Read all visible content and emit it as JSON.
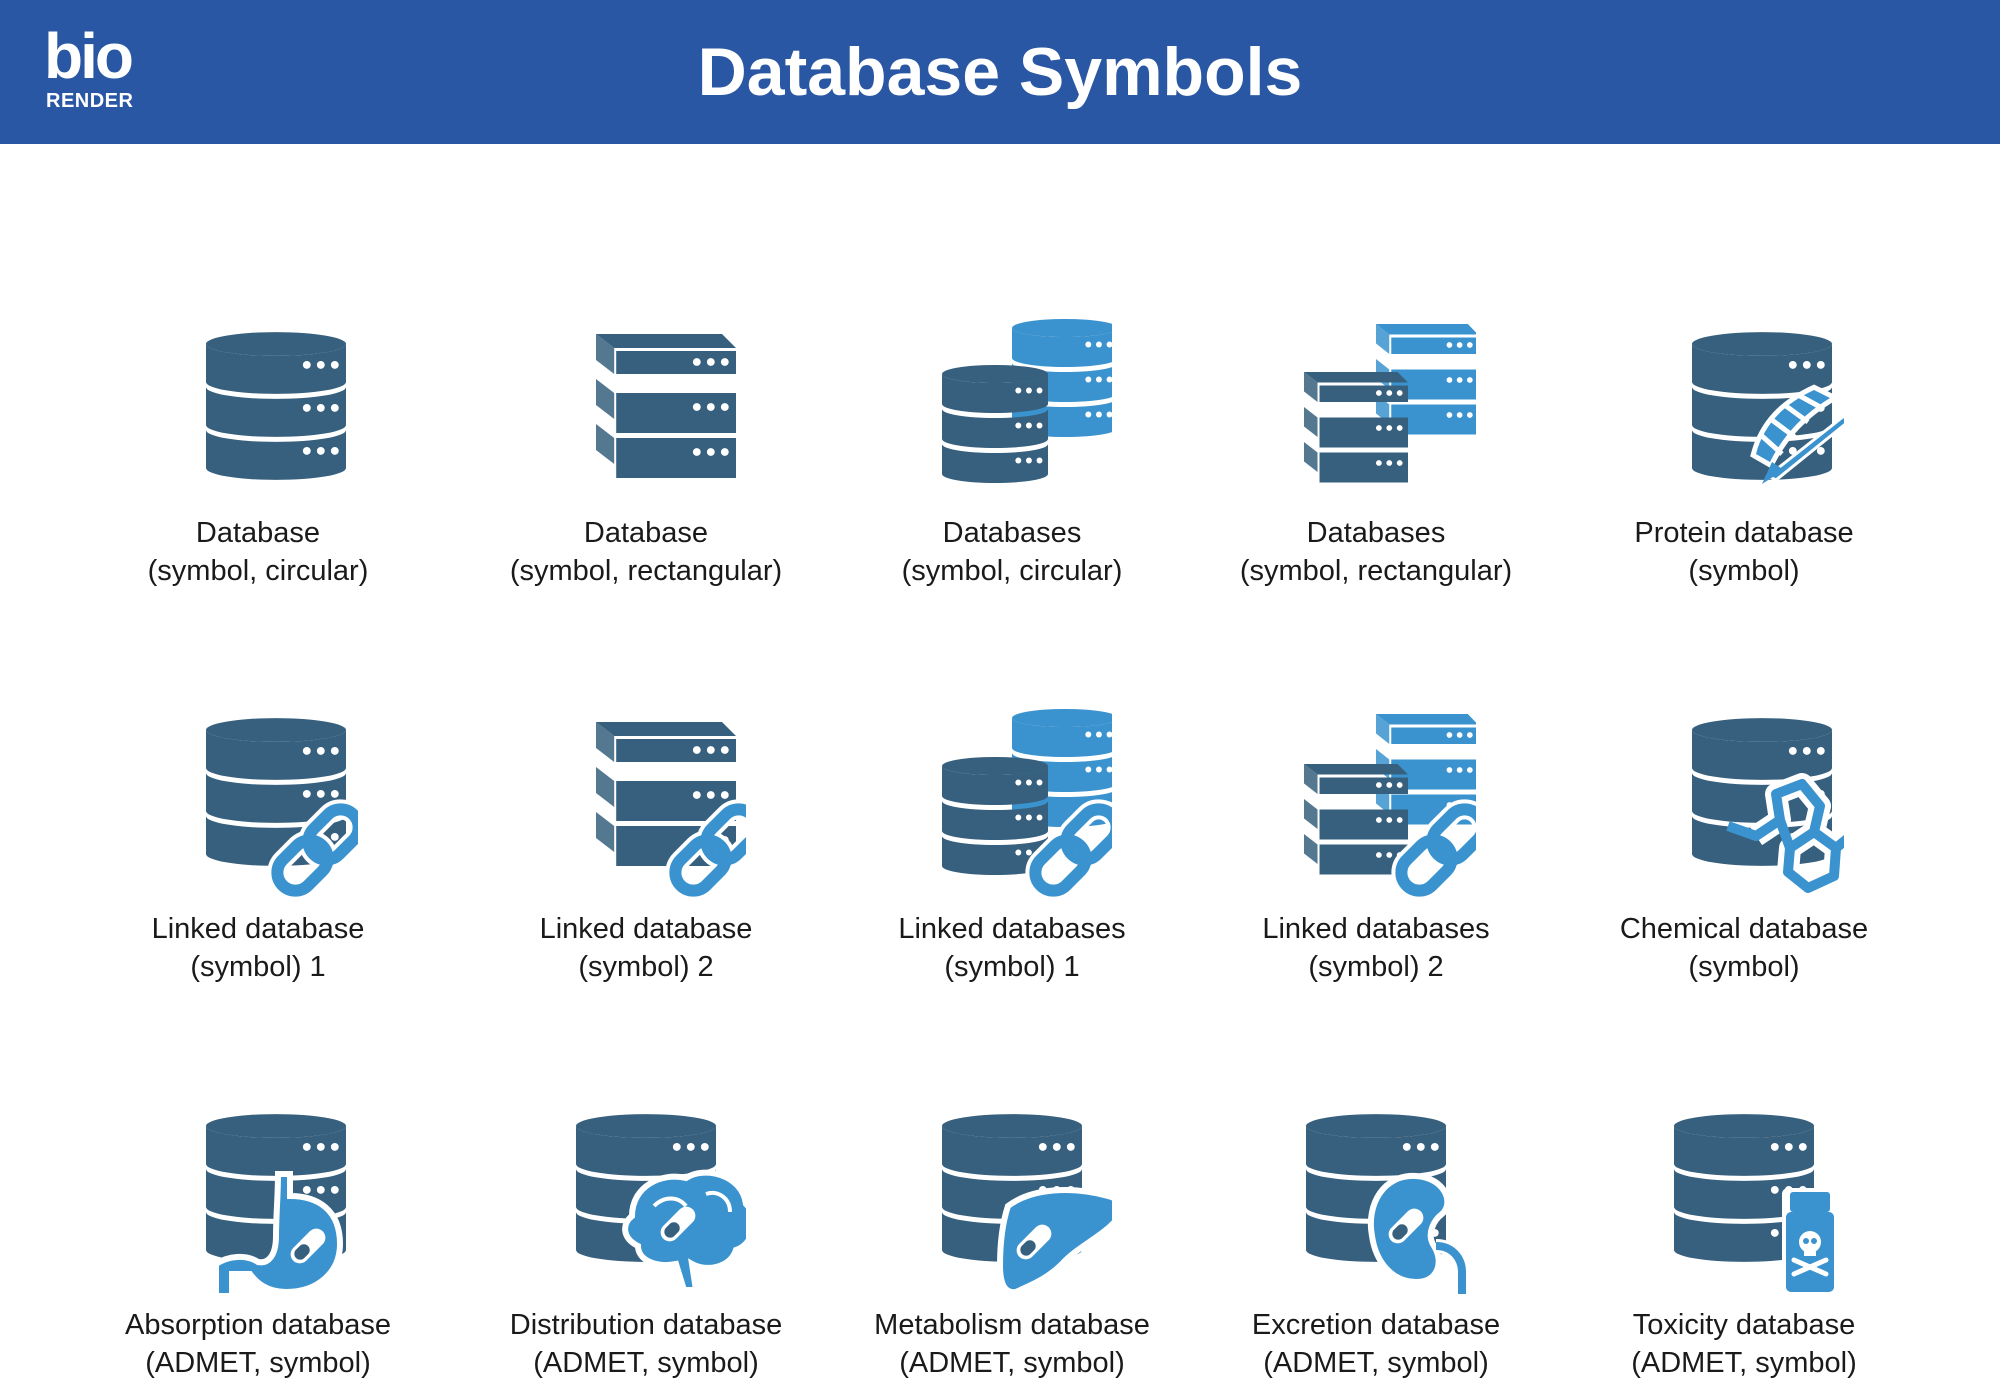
{
  "header": {
    "logo_top": "bio",
    "logo_bottom": "RENDER",
    "title": "Database Symbols"
  },
  "colors": {
    "header_bg": "#2a57a3",
    "dark_slate": "#37607e",
    "light_blue": "#3a93cf",
    "text": "#1a1a1a"
  },
  "symbols": [
    {
      "line1": "Database",
      "line2": "(symbol, circular)",
      "icon": "database-circular-icon"
    },
    {
      "line1": "Database",
      "line2": "(symbol, rectangular)",
      "icon": "database-rectangular-icon"
    },
    {
      "line1": "Databases",
      "line2": "(symbol, circular)",
      "icon": "databases-circular-icon"
    },
    {
      "line1": "Databases",
      "line2": "(symbol, rectangular)",
      "icon": "databases-rectangular-icon"
    },
    {
      "line1": "Protein database",
      "line2": "(symbol)",
      "icon": "protein-database-icon"
    },
    {
      "line1": "Linked database",
      "line2": "(symbol) 1",
      "icon": "linked-database-circular-icon"
    },
    {
      "line1": "Linked database",
      "line2": "(symbol) 2",
      "icon": "linked-database-rectangular-icon"
    },
    {
      "line1": "Linked databases",
      "line2": "(symbol) 1",
      "icon": "linked-databases-circular-icon"
    },
    {
      "line1": "Linked databases",
      "line2": "(symbol) 2",
      "icon": "linked-databases-rectangular-icon"
    },
    {
      "line1": "Chemical database",
      "line2": "(symbol)",
      "icon": "chemical-database-icon"
    },
    {
      "line1": "Absorption database",
      "line2": "(ADMET, symbol)",
      "icon": "absorption-database-icon"
    },
    {
      "line1": "Distribution database",
      "line2": "(ADMET, symbol)",
      "icon": "distribution-database-icon"
    },
    {
      "line1": "Metabolism database",
      "line2": "(ADMET, symbol)",
      "icon": "metabolism-database-icon"
    },
    {
      "line1": "Excretion database",
      "line2": "(ADMET, symbol)",
      "icon": "excretion-database-icon"
    },
    {
      "line1": "Toxicity database",
      "line2": "(ADMET, symbol)",
      "icon": "toxicity-database-icon"
    }
  ]
}
